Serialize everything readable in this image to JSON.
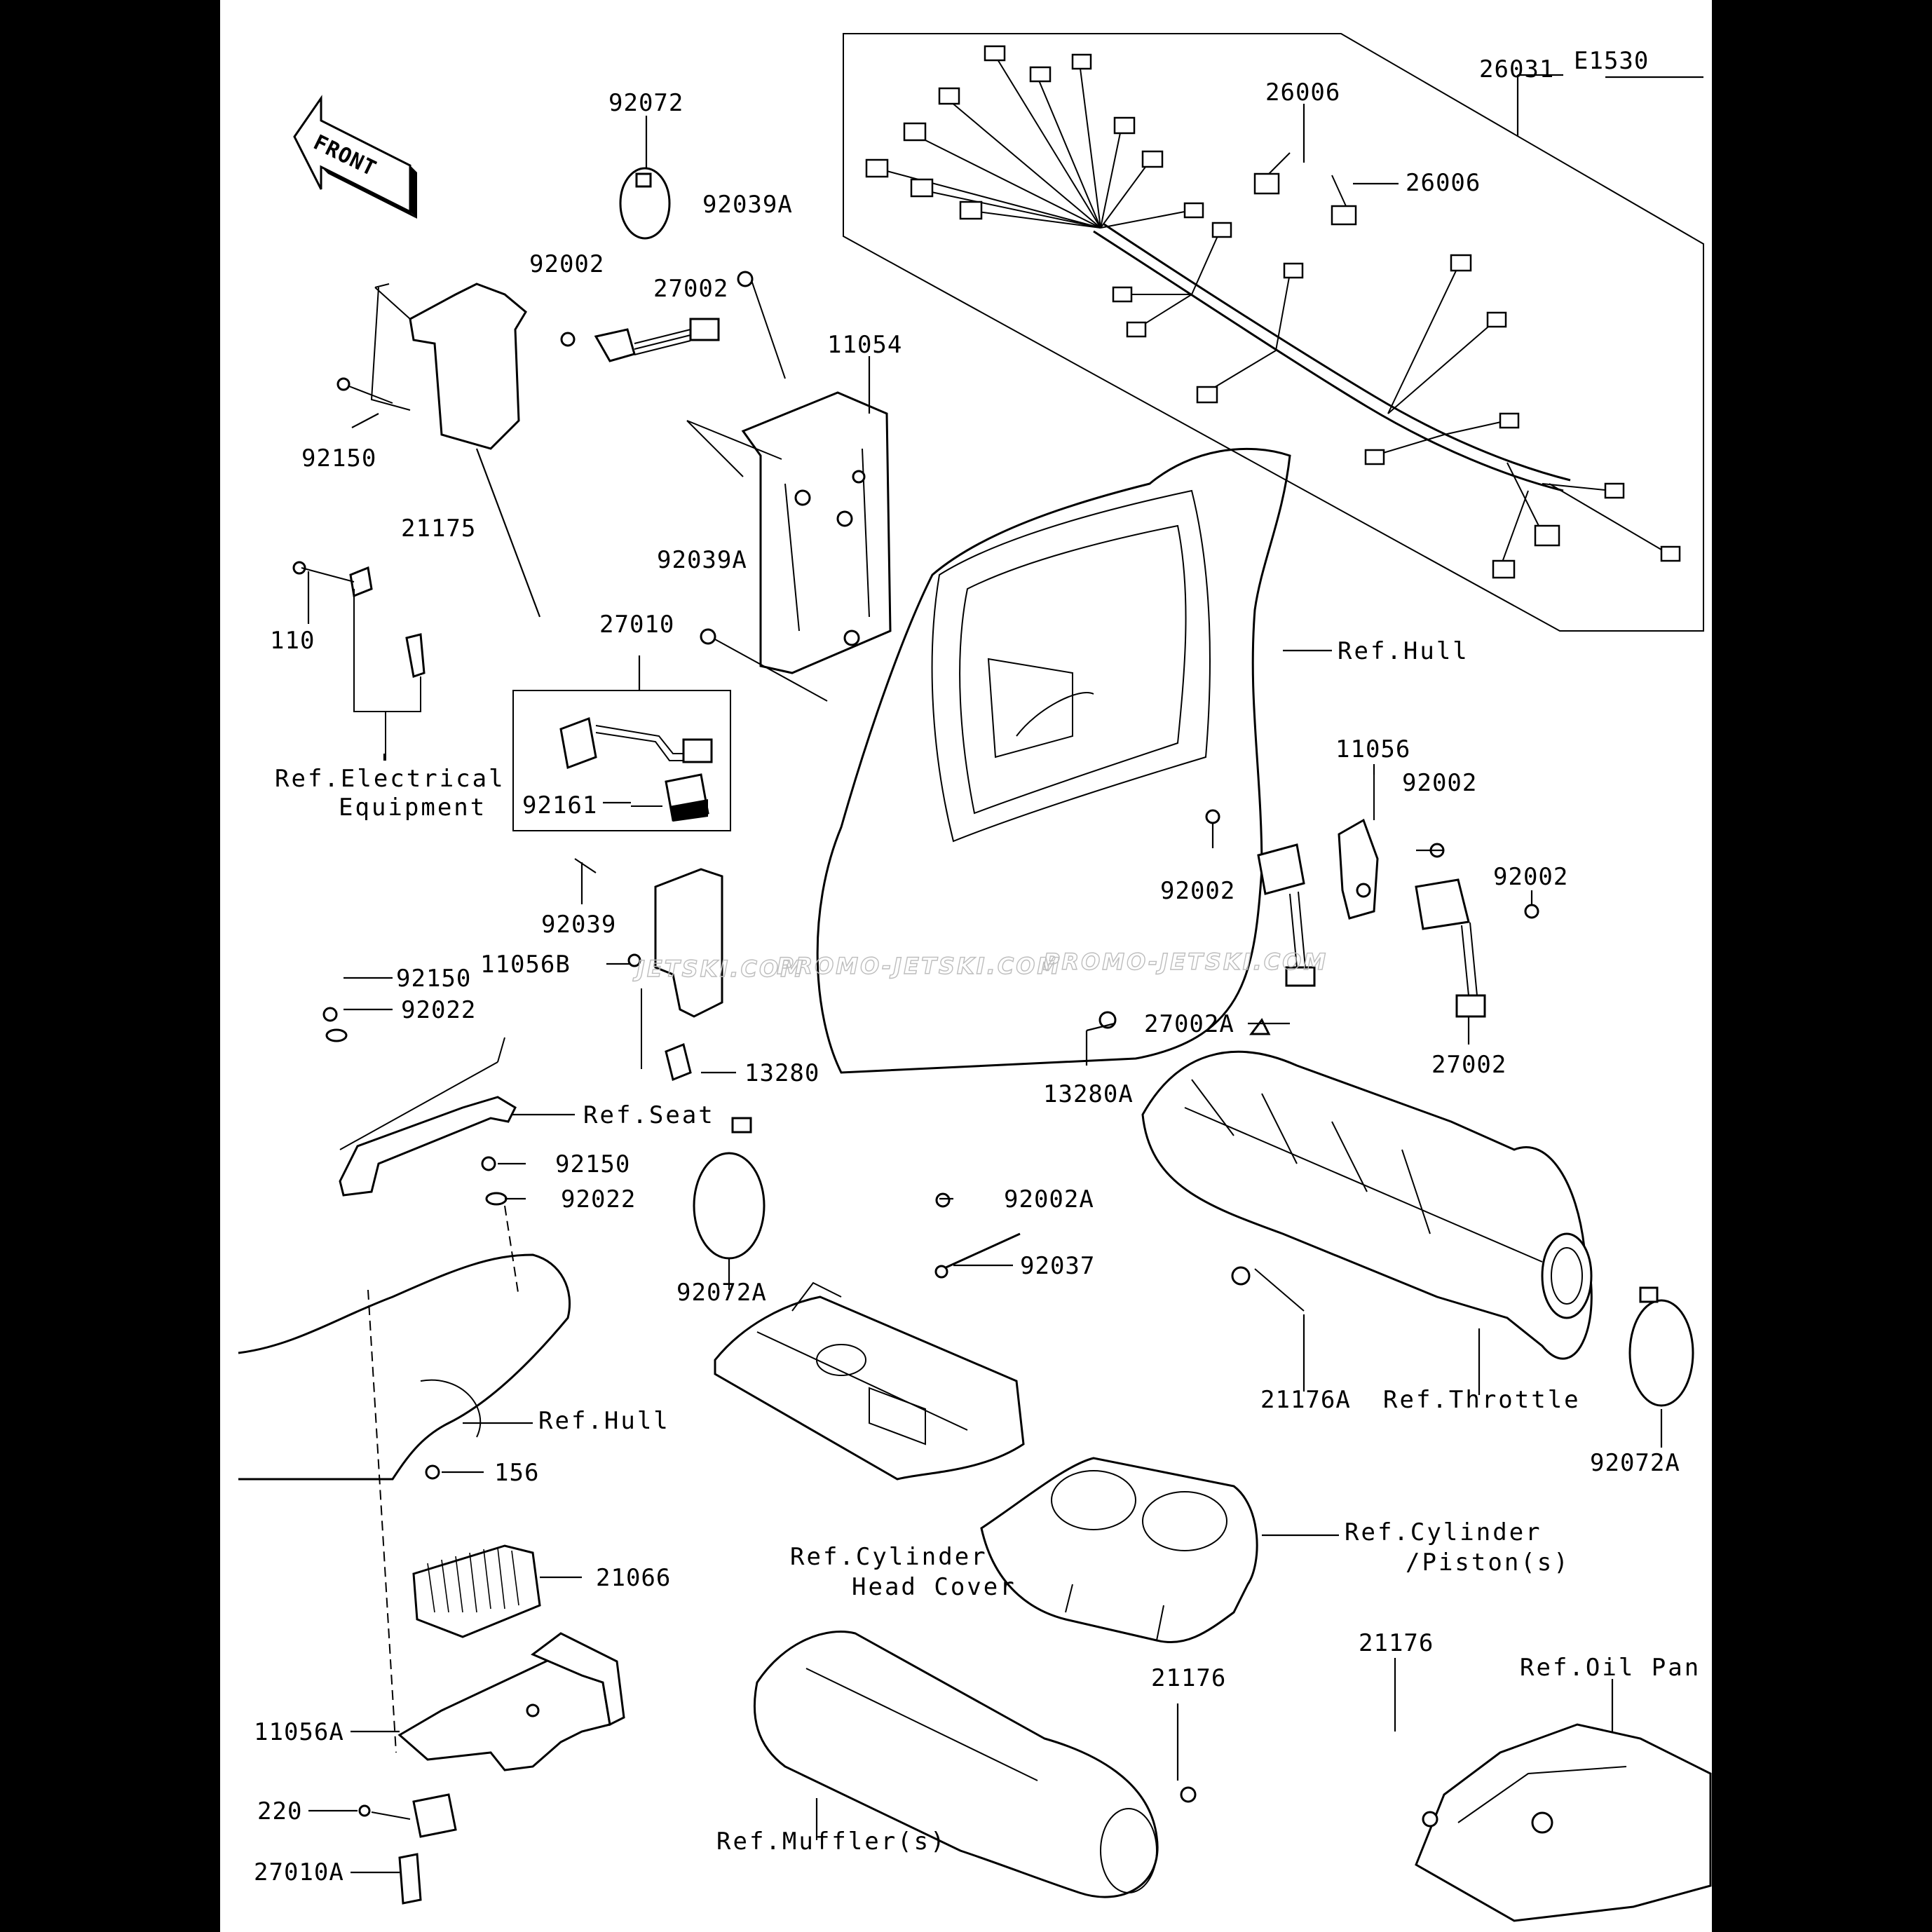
{
  "diagram_code": "E1530",
  "front_arrow_label": "FRONT",
  "watermark": {
    "left": "JETSKI.COM",
    "mid": "PROMO-JETSKI.COM",
    "right": "PROMO-JETSKI.COM"
  },
  "labels": {
    "p26031": "26031",
    "p26006a": "26006",
    "p26006b": "26006",
    "p92072": "92072",
    "p92039A_top": "92039A",
    "p92002_top": "92002",
    "p27002_top": "27002",
    "p11054": "11054",
    "p92150_top": "92150",
    "p21175": "21175",
    "p92039A_mid": "92039A",
    "p110": "110",
    "p27010": "27010",
    "ref_electrical_1": "Ref.Electrical",
    "ref_electrical_2": "Equipment",
    "p92161": "92161",
    "ref_hull_top": "Ref.Hull",
    "p11056": "11056",
    "p92002_r1": "92002",
    "p92002_r2": "92002",
    "p92002_r3": "92002",
    "p92039": "92039",
    "p11056B": "11056B",
    "p27002A": "27002A",
    "p27002_r": "27002",
    "p92150_mid": "92150",
    "p92022_a": "92022",
    "p13280": "13280",
    "p13280A": "13280A",
    "ref_seat": "Ref.Seat",
    "p92150_low": "92150",
    "p92022_b": "92022",
    "p92002A": "92002A",
    "p92037": "92037",
    "p92072A_left": "92072A",
    "p21176A": "21176A",
    "ref_throttle": "Ref.Throttle",
    "p92072A_right": "92072A",
    "ref_hull_low": "Ref.Hull",
    "p156": "156",
    "p21066": "21066",
    "ref_cyl_head_1": "Ref.Cylinder",
    "ref_cyl_head_2": "Head Cover",
    "ref_cyl_piston_1": "Ref.Cylinder",
    "ref_cyl_piston_2": "/Piston(s)",
    "p21176_a": "21176",
    "p21176_b": "21176",
    "ref_oil_pan": "Ref.Oil Pan",
    "p11056A": "11056A",
    "p220": "220",
    "ref_muffler": "Ref.Muffler(s)",
    "p27010A": "27010A"
  }
}
